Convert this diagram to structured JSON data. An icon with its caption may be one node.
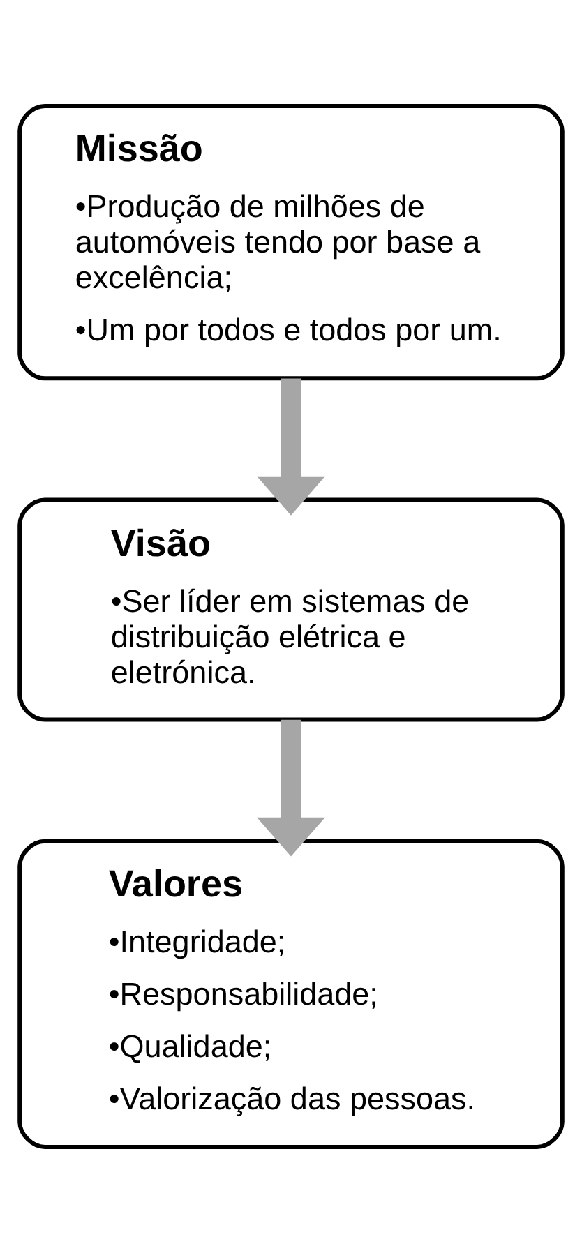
{
  "diagram": {
    "nodes": [
      {
        "text": [
          "Missão",
          "•Produção de milhões de automóveis tendo por base a excelência;",
          "•Um por todos e todos por um."
        ]
      },
      {
        "text": [
          "Visão",
          "•Ser líder em sistemas de distribuição elétrica e eletrónica."
        ]
      },
      {
        "text": [
          "Valores",
          "•Integridade;",
          "•Responsabilidade;",
          "•Qualidade;",
          "•Valorização das pessoas."
        ]
      }
    ],
    "edges": [
      {
        "from": 0,
        "to": 1,
        "arrow": "to"
      },
      {
        "from": 1,
        "to": 2,
        "arrow": "to"
      }
    ]
  }
}
